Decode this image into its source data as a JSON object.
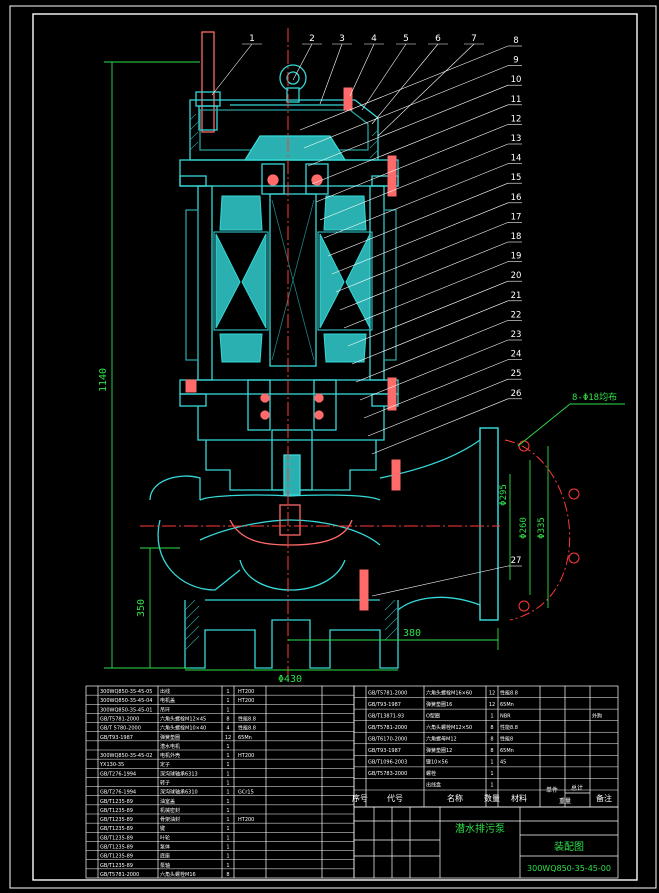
{
  "drawing": {
    "title_block": {
      "name": "潜水排污泵",
      "type_label": "装配图",
      "drawing_number": "300WQ850-35-45-00"
    },
    "table_headers": {
      "seq": "序号",
      "code": "代号",
      "name": "名称",
      "qty": "数量",
      "material": "材料",
      "unit_weight": "单件",
      "total_weight": "总计",
      "weight": "重量",
      "remark": "备注"
    },
    "dimensions": {
      "height_total": "1140",
      "height_lower": "350",
      "base_width": "Φ430",
      "outlet_offset": "380",
      "flange_d1": "Φ295",
      "flange_d2": "Φ260",
      "flange_d3": "Φ335",
      "bolt_holes": "8-Φ18均布"
    },
    "part_numbers_top": [
      "1",
      "2",
      "3",
      "4",
      "5",
      "6",
      "7"
    ],
    "part_numbers_side": [
      "8",
      "9",
      "10",
      "11",
      "12",
      "13",
      "14",
      "15",
      "16",
      "17",
      "18",
      "19",
      "20",
      "21",
      "22",
      "23",
      "24",
      "25",
      "26"
    ],
    "part_number_low": "27",
    "bom_left_rows": [
      {
        "code": "300WQ850-35-45-05",
        "name": "出线",
        "qty": "1",
        "mat": "HT200"
      },
      {
        "code": "300WQ850-35-45-04",
        "name": "电机盖",
        "qty": "1",
        "mat": "HT200"
      },
      {
        "code": "300WQ850-35-45-01",
        "name": "吊环",
        "qty": "1",
        "mat": ""
      },
      {
        "code": "GB/T5781-2000",
        "name": "六角头螺栓M12×45",
        "qty": "8",
        "mat": "性能8.8"
      },
      {
        "code": "GB/T 5780-2000",
        "name": "六角头螺栓M10×40",
        "qty": "4",
        "mat": "性能8.8"
      },
      {
        "code": "GB/T93-1987",
        "name": "弹簧垫圈",
        "qty": "12",
        "mat": "65Mn"
      },
      {
        "code": "",
        "name": "潜水电机",
        "qty": "1",
        "mat": ""
      },
      {
        "code": "300WQ850-35-45-02",
        "name": "电机外壳",
        "qty": "1",
        "mat": "HT200"
      },
      {
        "code": "YX130-35",
        "name": "定子",
        "qty": "1",
        "mat": ""
      },
      {
        "code": "GB/T276-1994",
        "name": "深沟球轴承6313",
        "qty": "1",
        "mat": ""
      },
      {
        "code": "",
        "name": "转子",
        "qty": "1",
        "mat": ""
      },
      {
        "code": "GB/T276-1994",
        "name": "深沟球轴承6310",
        "qty": "1",
        "mat": "GCr15"
      },
      {
        "code": "GB/T1235-89",
        "name": "油室盖",
        "qty": "1",
        "mat": ""
      },
      {
        "code": "GB/T1235-89",
        "name": "机械密封",
        "qty": "1",
        "mat": ""
      },
      {
        "code": "GB/T1235-89",
        "name": "骨架油封",
        "qty": "1",
        "mat": "HT200"
      },
      {
        "code": "GB/T1235-89",
        "name": "键",
        "qty": "1",
        "mat": ""
      },
      {
        "code": "GB/T1235-89",
        "name": "叶轮",
        "qty": "1",
        "mat": ""
      },
      {
        "code": "GB/T1235-89",
        "name": "泵体",
        "qty": "1",
        "mat": ""
      },
      {
        "code": "GB/T1235-89",
        "name": "底座",
        "qty": "1",
        "mat": ""
      },
      {
        "code": "GB/T1235-89",
        "name": "泵轴",
        "qty": "1",
        "mat": ""
      },
      {
        "code": "GB/T5781-2000",
        "name": "六角头螺栓M16",
        "qty": "8",
        "mat": ""
      }
    ],
    "bom_right_rows": [
      {
        "code": "GB/T5781-2000",
        "name": "六角头螺栓M16×60",
        "qty": "12",
        "mat": "性能8.8",
        "remark": ""
      },
      {
        "code": "GB/T93-1987",
        "name": "弹簧垫圈16",
        "qty": "12",
        "mat": "65Mn",
        "remark": ""
      },
      {
        "code": "GB/T13871-93",
        "name": "O型圈",
        "qty": "1",
        "mat": "NBR",
        "remark": "外购"
      },
      {
        "code": "GB/T5781-2000",
        "name": "六角头螺栓M12×50",
        "qty": "8",
        "mat": "性能8.8",
        "remark": ""
      },
      {
        "code": "GB/T6170-2000",
        "name": "六角螺母M12",
        "qty": "8",
        "mat": "性能8",
        "remark": ""
      },
      {
        "code": "GB/T93-1987",
        "name": "弹簧垫圈12",
        "qty": "8",
        "mat": "65Mn",
        "remark": ""
      },
      {
        "code": "GB/T1096-2003",
        "name": "键10×56",
        "qty": "1",
        "mat": "45",
        "remark": ""
      },
      {
        "code": "GB/T5783-2000",
        "name": "螺栓",
        "qty": "1",
        "mat": "",
        "remark": ""
      },
      {
        "code": "",
        "name": "出线盒",
        "qty": "1",
        "mat": "",
        "remark": ""
      }
    ]
  }
}
